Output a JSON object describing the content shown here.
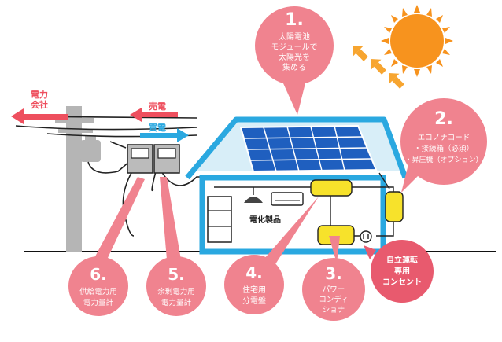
{
  "colors": {
    "bubble": "#F0838F",
    "bubble_dark": "#E85A6E",
    "house_outline": "#2AA8E0",
    "panel": "#1F5FBF",
    "sun": "#F7931E",
    "sun_arrows": "#F7A530",
    "device_yellow": "#F7E22B",
    "sell_arrow": "#EE4F5E",
    "buy_arrow": "#2AA8E0",
    "pole": "#B5B5B5",
    "line": "#222222"
  },
  "labels": {
    "power_company": [
      "電力",
      "会社"
    ],
    "sell": "売電",
    "buy": "買電",
    "appliances": "電化製品"
  },
  "bubbles": [
    {
      "num": "1.",
      "lines": [
        "太陽電池",
        "モジュールで",
        "太陽光を",
        "集める"
      ]
    },
    {
      "num": "2.",
      "lines": [
        "エコノナコード",
        "・接続箱（必須）",
        "・昇圧機（オプション）"
      ]
    },
    {
      "num": "3.",
      "lines": [
        "パワー",
        "コンディ",
        "ショナ"
      ]
    },
    {
      "num": "4.",
      "lines": [
        "住宅用",
        "分電盤"
      ]
    },
    {
      "num": "5.",
      "lines": [
        "余剰電力用",
        "電力量計"
      ]
    },
    {
      "num": "6.",
      "lines": [
        "供給電力用",
        "電力量計"
      ]
    }
  ],
  "outlet_bubble": {
    "lines": [
      "自立運転",
      "専用",
      "コンセント"
    ]
  }
}
